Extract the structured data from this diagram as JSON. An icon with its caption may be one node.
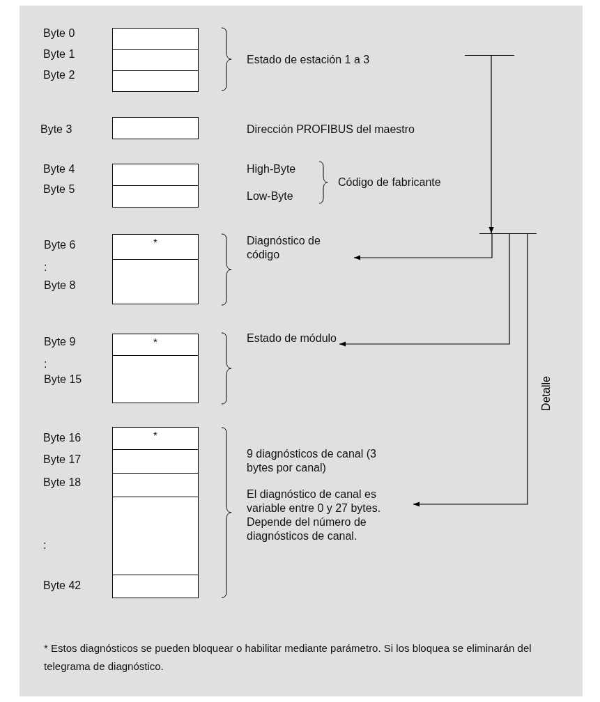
{
  "diagram": {
    "nodes": [
      {
        "text": [],
        "shape": "box"
      },
      {
        "text": [],
        "shape": "box"
      },
      {
        "text": [],
        "shape": "box"
      },
      {
        "text": [],
        "shape": "box"
      },
      {
        "text": [],
        "shape": "box"
      },
      {
        "text": [],
        "shape": "box"
      },
      {
        "text": [
          "*"
        ]
      },
      {
        "text": [],
        "shape": "box"
      },
      {
        "text": [
          "*"
        ]
      },
      {
        "text": [],
        "shape": "box"
      },
      {
        "text": [
          "*"
        ]
      },
      {
        "text": [],
        "shape": "box"
      },
      {
        "text": [],
        "shape": "box"
      },
      {
        "text": [],
        "shape": "box"
      },
      {
        "text": [],
        "shape": "box"
      },
      {
        "text": [],
        "shape": "bar"
      },
      {
        "text": [],
        "shape": "bar"
      },
      {
        "text": [
          "Diagnóstico de código"
        ]
      },
      {
        "text": [
          "Estado de módulo"
        ]
      },
      {
        "text": [
          "El diagnóstico de canal es variable entre 0 y 27 bytes. Depende del número de diagnósticos de canal."
        ]
      }
    ],
    "edges": [
      {
        "from": 15,
        "to": 16,
        "arrow": "to"
      },
      {
        "from": 16,
        "to": 17,
        "arrow": "to"
      },
      {
        "from": 16,
        "to": 18,
        "arrow": "to"
      },
      {
        "from": 16,
        "to": 19,
        "arrow": "to",
        "label": "Detalle"
      }
    ],
    "labels": [
      "Byte 0",
      "Byte 1",
      "Byte 2",
      "Estado de estación 1 a 3",
      "Byte 3",
      "Dirección PROFIBUS del maestro",
      "Byte 4",
      "High-Byte",
      "Código de fabricante",
      "Byte 5",
      "Low-Byte",
      "Byte 6",
      ":",
      "Byte 8",
      "Byte 9",
      ":",
      "Byte 15",
      "Byte 16",
      "9 diagnósticos de canal (3 bytes por canal)",
      "Byte 17",
      "Byte 18",
      ":",
      "Byte 42",
      "*   Estos diagnósticos se pueden bloquear o habilitar mediante parámetro. Si los bloquea se eliminarán del telegrama de diagnóstico."
    ]
  }
}
